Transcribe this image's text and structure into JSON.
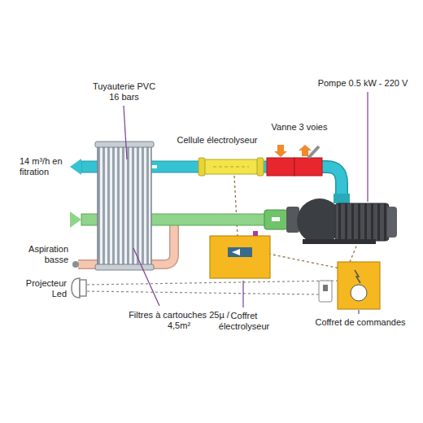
{
  "diagram": {
    "labels": [
      "Tuyauterie PVC 16 bars",
      "Pompe 0.5 kW - 220 V",
      "Cellule électrolyseur",
      "Vanne 3 voies",
      "14 m³/h en fitration",
      "Aspiration basse",
      "Projecteur Led",
      "Filtres à cartouches 25µ / 4,5m²",
      "Coffret électrolyseur",
      "Coffret de commandes"
    ]
  }
}
